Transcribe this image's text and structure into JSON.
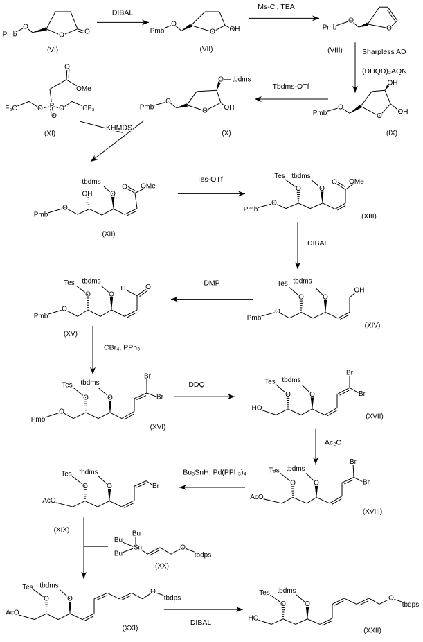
{
  "colors": {
    "ink": "#000000",
    "background": "#ffffff"
  },
  "compounds": {
    "VI": {
      "id": "(VI)",
      "atoms": [
        "Pmb",
        "O",
        "O",
        "O"
      ]
    },
    "VII": {
      "id": "(VII)",
      "atoms": [
        "Pmb",
        "O",
        "O",
        "OH"
      ]
    },
    "VIII": {
      "id": "(VIII)",
      "atoms": [
        "Pmb",
        "O",
        "O"
      ]
    },
    "IX": {
      "id": "(IX)",
      "atoms": [
        "Pmb",
        "O",
        "O",
        "OH",
        "OH"
      ]
    },
    "X": {
      "id": "(X)",
      "atoms": [
        "Pmb",
        "O",
        "O",
        "OH",
        "O",
        "tbdms"
      ]
    },
    "XI": {
      "id": "(XI)",
      "atoms": [
        "O",
        "OMe",
        "P",
        "O",
        "O",
        "O",
        "F₃C",
        "CF₃"
      ]
    },
    "XII": {
      "id": "(XII)",
      "atoms": [
        "Pmb",
        "O",
        "OH",
        "O",
        "tbdms",
        "O",
        "OMe"
      ]
    },
    "XIII": {
      "id": "(XIII)",
      "atoms": [
        "Pmb",
        "O",
        "O",
        "Tes",
        "O",
        "tbdms",
        "O",
        "OMe"
      ]
    },
    "XIV": {
      "id": "(XIV)",
      "atoms": [
        "Pmb",
        "O",
        "O",
        "Tes",
        "O",
        "tbdms",
        "OH"
      ]
    },
    "XV": {
      "id": "(XV)",
      "atoms": [
        "Pmb",
        "O",
        "O",
        "Tes",
        "O",
        "tbdms",
        "H",
        "O"
      ]
    },
    "XVI": {
      "id": "(XVI)",
      "atoms": [
        "Pmb",
        "O",
        "O",
        "Tes",
        "O",
        "tbdms",
        "Br",
        "Br"
      ]
    },
    "XVII": {
      "id": "(XVII)",
      "atoms": [
        "HO",
        "O",
        "Tes",
        "O",
        "tbdms",
        "Br",
        "Br"
      ]
    },
    "XVIII": {
      "id": "(XVIII)",
      "atoms": [
        "AcO",
        "O",
        "Tes",
        "O",
        "tbdms",
        "Br",
        "Br"
      ]
    },
    "XIX": {
      "id": "(XIX)",
      "atoms": [
        "AcO",
        "O",
        "Tes",
        "O",
        "tbdms",
        "Br"
      ]
    },
    "XX": {
      "id": "(XX)",
      "atoms": [
        "Bu",
        "Bu",
        "Sn",
        "Bu",
        "O",
        "tbdps"
      ]
    },
    "XXI": {
      "id": "(XXI)",
      "atoms": [
        "AcO",
        "O",
        "Tes",
        "O",
        "tbdms",
        "O",
        "tbdps"
      ]
    },
    "XXII": {
      "id": "(XXII)",
      "atoms": [
        "HO",
        "O",
        "Tes",
        "O",
        "tbdms",
        "O",
        "tbdps"
      ]
    }
  },
  "reagents": {
    "r1": "DIBAL",
    "r2": "Ms-Cl,  TEA",
    "r3a": "Sharpless AD",
    "r3b": "(DHQD)₂AQN",
    "r4": "Tbdms-OTf",
    "r5": "KHMDS",
    "r6": "Tes-OTf",
    "r7": "DIBAL",
    "r8": "DMP",
    "r9": "CBr₄,  PPh₃",
    "r10": "DDQ",
    "r11": "Ac₂O",
    "r12": "Bu₃SnH, Pd(PPh₃)₄",
    "r13": "DIBAL"
  }
}
